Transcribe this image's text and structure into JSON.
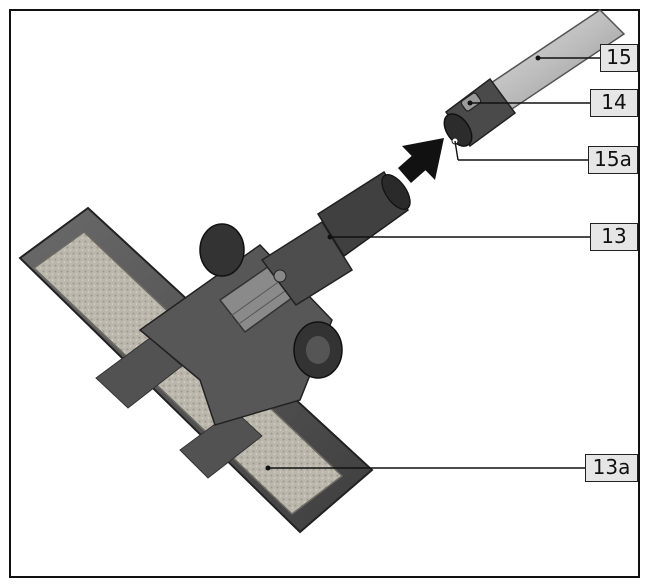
{
  "callouts": {
    "c15": "15",
    "c14": "14",
    "c15a": "15a",
    "c13": "13",
    "c13a": "13a"
  },
  "colors": {
    "body": "#5a5a5a",
    "dark": "#3a3a3a",
    "tube": "#c4c4c4",
    "bristle": "#b9b4aa"
  }
}
